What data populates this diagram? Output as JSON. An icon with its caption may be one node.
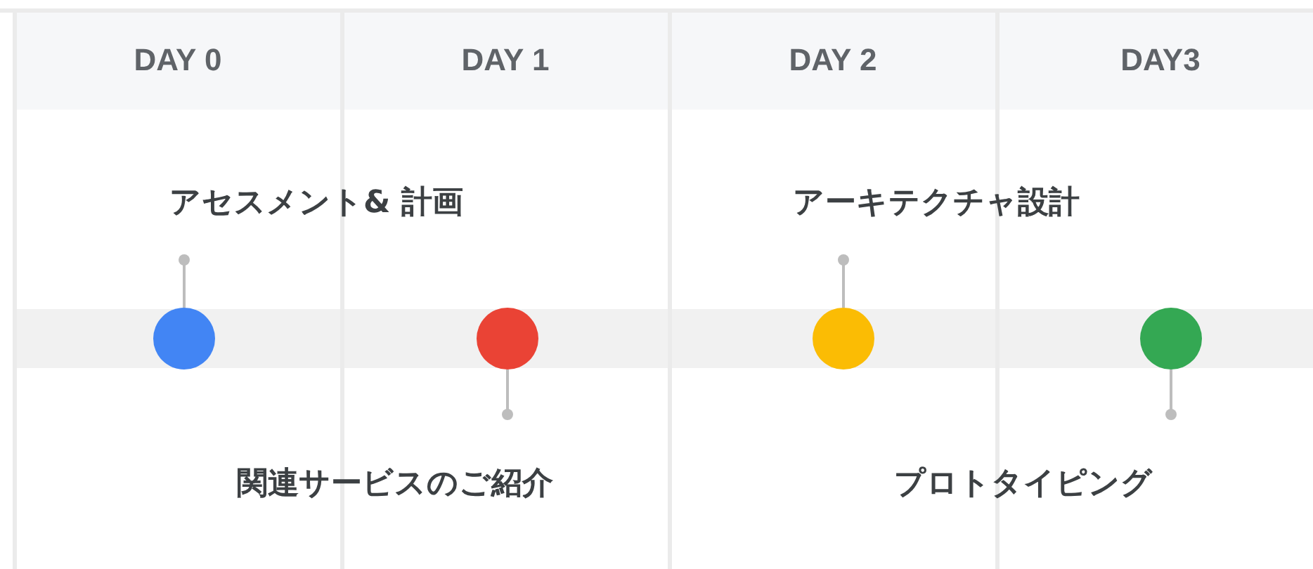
{
  "diagram": {
    "nodes": [
      {
        "text": [
          "アセスメント& 計画"
        ]
      },
      {
        "text": [],
        "shape": "circle"
      },
      {
        "text": [],
        "shape": "circle"
      },
      {
        "text": [
          "関連サービスのご紹介"
        ]
      },
      {
        "text": [
          "アーキテクチャ設計"
        ]
      },
      {
        "text": [],
        "shape": "circle"
      },
      {
        "text": [],
        "shape": "circle"
      },
      {
        "text": [
          "プロトタイピング"
        ]
      }
    ],
    "edges": [
      {
        "from": 0,
        "to": 1,
        "arrow": "other"
      },
      {
        "from": 3,
        "to": 2,
        "arrow": "other"
      },
      {
        "from": 4,
        "to": 5,
        "arrow": "other"
      },
      {
        "from": 7,
        "to": 6,
        "arrow": "other"
      }
    ],
    "labels": [
      "DAY 0",
      "DAY 1",
      "DAY 2",
      "DAY3"
    ]
  }
}
